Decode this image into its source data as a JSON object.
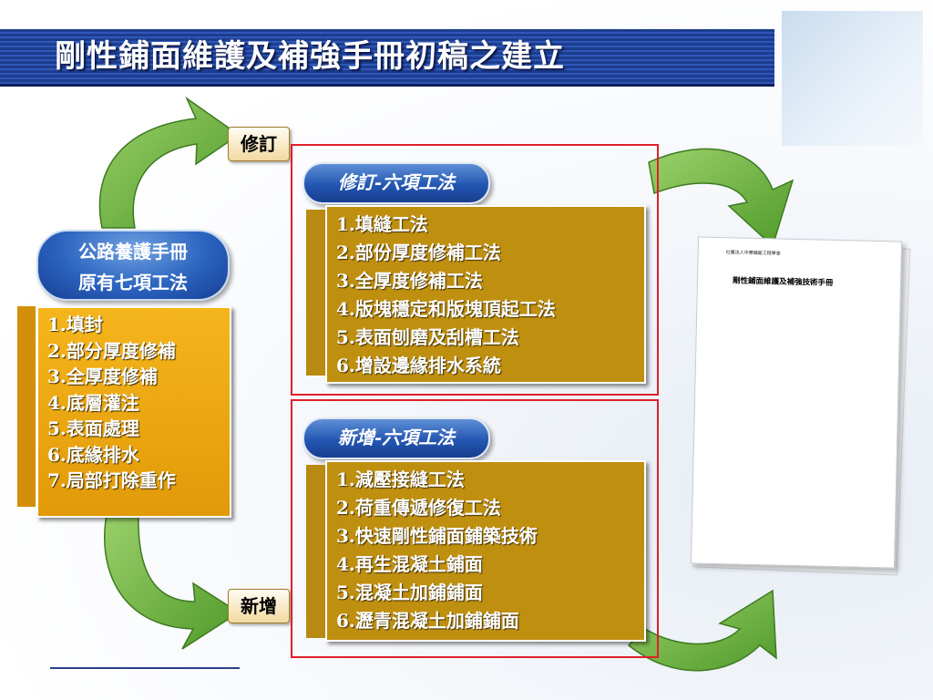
{
  "title": "剛性鋪面維護及補強手冊初稿之建立",
  "original": {
    "header_lines": [
      "公路養護手冊",
      "原有七項工法"
    ],
    "items": [
      "1.填封",
      "2.部分厚度修補",
      "3.全厚度修補",
      "4.底層灌注",
      "5.表面處理",
      "6.底緣排水",
      "7.局部打除重作"
    ]
  },
  "tags": {
    "revise": "修訂",
    "add": "新增"
  },
  "revised": {
    "header": "修訂-六項工法",
    "items": [
      "1.填縫工法",
      "2.部份厚度修補工法",
      "3.全厚度修補工法",
      "4.版塊穩定和版塊頂起工法",
      "5.表面刨磨及刮槽工法",
      "6.增設邊緣排水系統"
    ]
  },
  "added": {
    "header": "新增-六項工法",
    "items": [
      "1.減壓接縫工法",
      "2.荷重傳遞修復工法",
      "3.快速剛性鋪面鋪築技術",
      "4.再生混凝土鋪面",
      "5.混凝土加鋪鋪面",
      "6.瀝青混凝土加鋪鋪面"
    ]
  },
  "document": {
    "org": "社團法人中華鋪面工程學會",
    "title": "剛性鋪面維護及補強技術手冊"
  },
  "colors": {
    "title_bar": "#1d3d8f",
    "pill_blue": "#2b63bf",
    "gold": "#e29a08",
    "gold_dark": "#bf8f0f",
    "frame_red": "#e0202a",
    "arrow_green": "#6cb33e"
  }
}
